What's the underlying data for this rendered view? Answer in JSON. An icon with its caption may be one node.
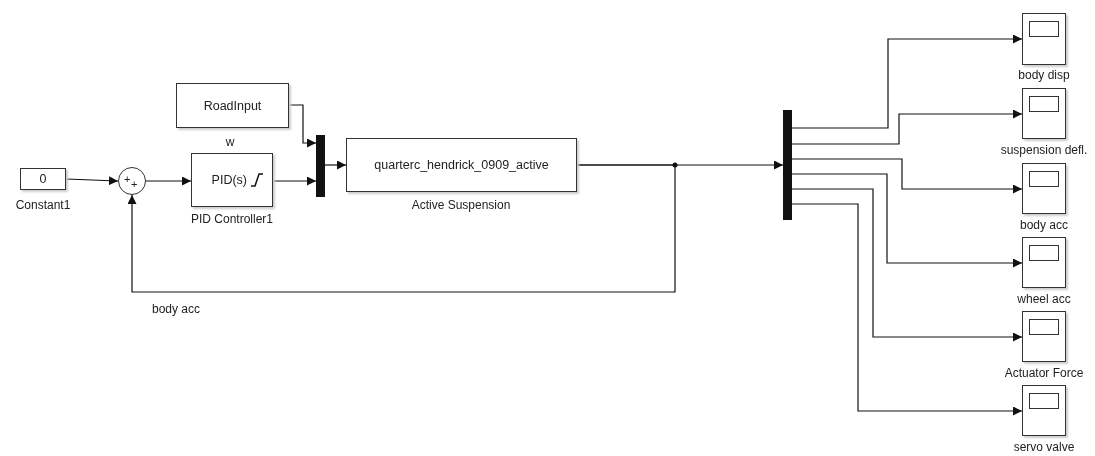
{
  "diagram": {
    "nodes": [
      {
        "text": [
          "0"
        ],
        "beside": [
          "Constant1"
        ]
      },
      {
        "text": [
          "+",
          "+"
        ]
      },
      {
        "text": [
          "PID(s)"
        ],
        "beside": [
          "PID Controller1"
        ]
      },
      {
        "text": [
          "RoadInput"
        ]
      },
      {
        "text": [],
        "shape": "bar"
      },
      {
        "text": [
          "quarterc_hendrick_0909_active"
        ],
        "beside": [
          "Active Suspension"
        ]
      },
      {
        "text": [],
        "shape": "bar"
      },
      {
        "text": [],
        "shape": "box",
        "beside": [
          "body disp"
        ]
      },
      {
        "text": [],
        "shape": "box",
        "beside": [
          "suspension defl."
        ]
      },
      {
        "text": [],
        "shape": "box",
        "beside": [
          "body acc"
        ]
      },
      {
        "text": [],
        "shape": "box",
        "beside": [
          "wheel acc"
        ]
      },
      {
        "text": [],
        "shape": "box",
        "beside": [
          "Actuator Force"
        ]
      },
      {
        "text": [],
        "shape": "box",
        "beside": [
          "servo valve"
        ]
      }
    ],
    "edges": [
      {
        "from": 0,
        "to": 1,
        "arrow": "to"
      },
      {
        "from": 1,
        "to": 2,
        "arrow": "to"
      },
      {
        "from": 3,
        "to": 4,
        "arrow": "to"
      },
      {
        "from": 2,
        "to": 4,
        "arrow": "to"
      },
      {
        "from": 4,
        "to": 5,
        "arrow": "to"
      },
      {
        "from": 5,
        "to": 6,
        "arrow": "to"
      },
      {
        "from": 5,
        "to": 1,
        "arrow": "to",
        "label": "body acc"
      },
      {
        "from": 6,
        "to": 7,
        "arrow": "to"
      },
      {
        "from": 6,
        "to": 8,
        "arrow": "to"
      },
      {
        "from": 6,
        "to": 9,
        "arrow": "to"
      },
      {
        "from": 6,
        "to": 10,
        "arrow": "to"
      },
      {
        "from": 6,
        "to": 11,
        "arrow": "to"
      },
      {
        "from": 6,
        "to": 12,
        "arrow": "to"
      }
    ],
    "labels": [
      "w"
    ]
  }
}
